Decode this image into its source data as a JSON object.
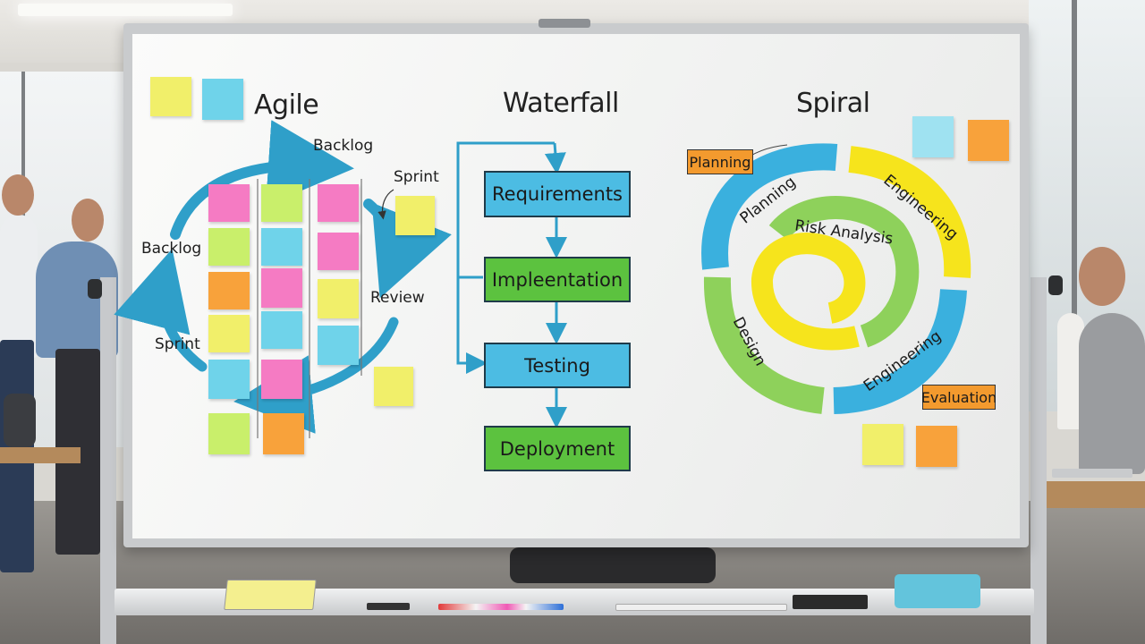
{
  "board": {
    "agile": {
      "title": "Agile",
      "labels": {
        "backlog_top": "Backlog",
        "backlog_left": "Backlog",
        "sprint_left": "Sprint",
        "sprint_right": "Sprint",
        "review": "Review"
      }
    },
    "waterfall": {
      "title": "Waterfall",
      "steps": [
        "Requirements",
        "Impleentation",
        "Testing",
        "Deployment"
      ]
    },
    "spiral": {
      "title": "Spiral",
      "arcs": {
        "planning": "Planning",
        "engineering_top": "Engineering",
        "risk": "Risk Analysis",
        "design": "Design",
        "engineering_bottom": "Engineering"
      },
      "tags": {
        "planning": "Planning",
        "evaluation": "Evaluation"
      }
    }
  },
  "colors": {
    "arrow_blue": "#2f9fc9",
    "wf_blue": "#4cbce3",
    "wf_green": "#5cc23f",
    "spiral_yellow": "#f6e41c",
    "spiral_green": "#8ed15b",
    "spiral_blue": "#3ab0de",
    "tag_orange": "#f39a2e",
    "note_pink": "#f57bc3",
    "note_yellow": "#f1ef6a",
    "note_green": "#c9ef6b",
    "note_cyan": "#6fd3ea",
    "note_orange": "#f8a23b"
  }
}
